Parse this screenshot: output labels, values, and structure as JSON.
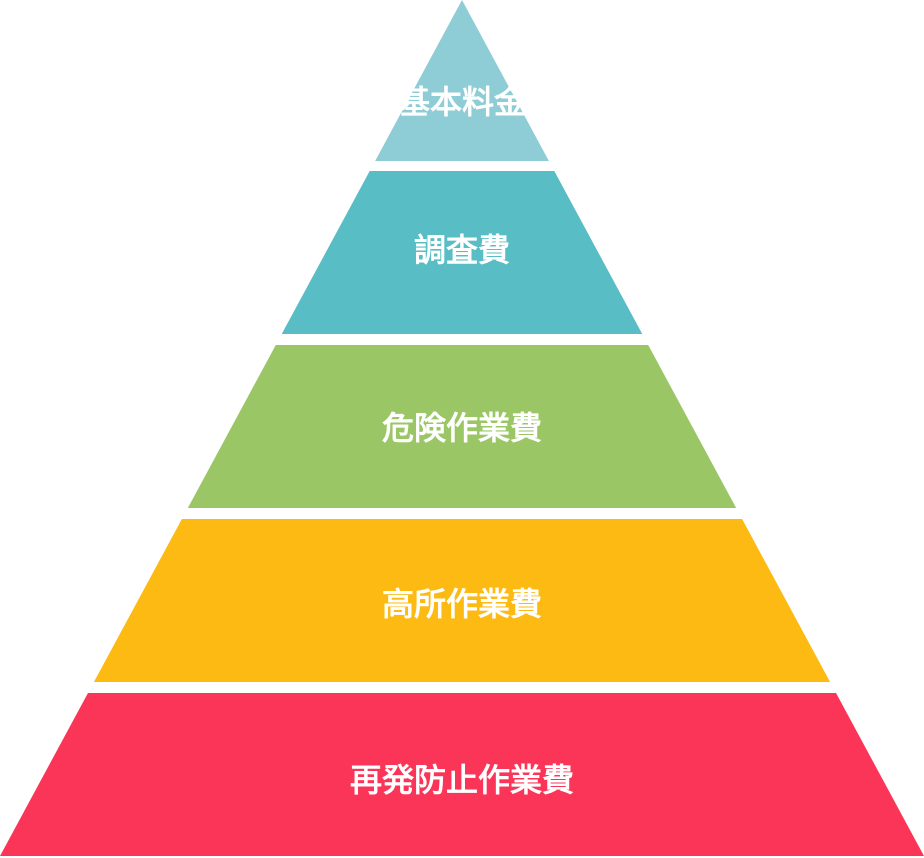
{
  "diagram": {
    "type": "pyramid",
    "tiers": [
      {
        "label": "基本料金",
        "color": "#8ECDD6"
      },
      {
        "label": "調査費",
        "color": "#58BDC4"
      },
      {
        "label": "危険作業費",
        "color": "#9BC666"
      },
      {
        "label": "高所作業費",
        "color": "#FCBA12"
      },
      {
        "label": "再発防止作業費",
        "color": "#FB3558"
      }
    ]
  }
}
